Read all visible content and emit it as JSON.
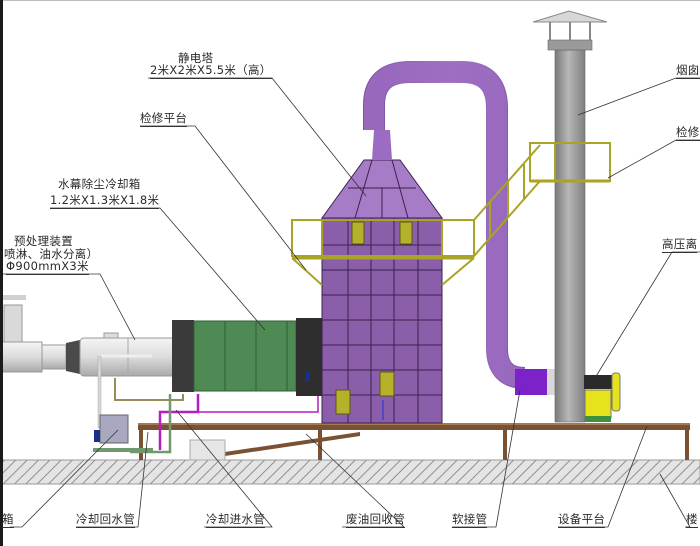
{
  "diagram": {
    "title": "油烟净化处理系统示意图",
    "colors": {
      "tower": "#8a5ea8",
      "tower_top": "#a77cc6",
      "duct": "#9b6cc1",
      "flex_pipe": "#7b22c8",
      "chimney": "#9a9a9a",
      "platform": "#b5b12a",
      "cooling_box": "#4f8a55",
      "support": "#7a5233",
      "ground_hatch": "#cfcfcf",
      "fan": "#e6e21c"
    },
    "labels": {
      "esp_tower_name": "静电塔",
      "esp_tower_size": "2米X2米X5.5米（高）",
      "maintenance_platform_left": "检修平台",
      "water_curtain_name": "水幕除尘冷却箱",
      "water_curtain_size": "1.2米X1.3米X1.8米",
      "pretreatment_name": "预处理装置",
      "pretreatment_desc": "喷淋、油水分离）",
      "pretreatment_size": "Φ900mmX3米",
      "chimney": "烟囱",
      "maintenance_platform_right": "检修",
      "hv_centrifugal_fan": "高压离",
      "water_tank": "箱",
      "cooling_return_pipe": "冷却回水管",
      "cooling_inlet_pipe": "冷却进水管",
      "waste_oil_pipe": "废油回收管",
      "flexible_joint": "软接管",
      "equipment_platform": "设备平台",
      "floor": "楼"
    }
  }
}
